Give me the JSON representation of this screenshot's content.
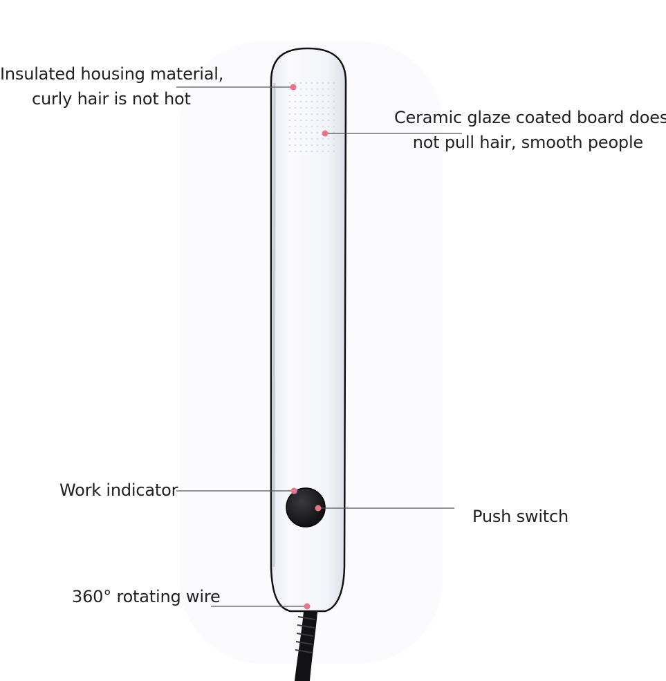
{
  "callouts": {
    "housing": {
      "line1": "Insulated housing material,",
      "line2": "curly hair is not hot"
    },
    "ceramic": {
      "line1": "Ceramic glaze coated board does",
      "line2": "not pull hair, smooth people"
    },
    "indicator": {
      "text": "Work indicator"
    },
    "switch": {
      "text": "Push switch"
    },
    "wire": {
      "text": "360° rotating wire"
    }
  },
  "colors": {
    "marker_dot": "#e8748a",
    "leader_line": "#555555",
    "body_fill": "#f6f7fb",
    "body_edge": "#111111",
    "indicator_led": "#2a4bd8",
    "button_fill": "#1a1a1c"
  }
}
